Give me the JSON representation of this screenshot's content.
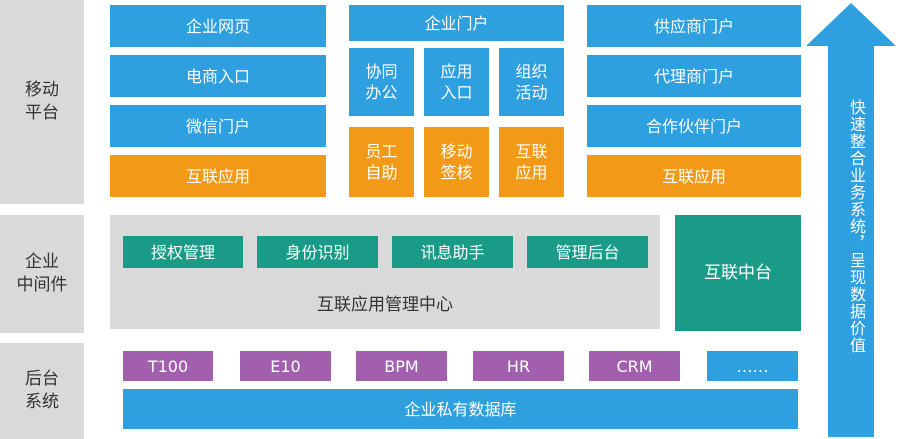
{
  "rows": {
    "mobile": "移动\n平台",
    "middleware": "企业\n中间件",
    "backend": "后台\n系统"
  },
  "mobile": {
    "left": [
      "企业网页",
      "电商入口",
      "微信门户",
      "互联应用"
    ],
    "portal": {
      "title": "企业门户",
      "blue": [
        "协同\n办公",
        "应用\n入口",
        "组织\n活动"
      ],
      "orange": [
        "员工\n自助",
        "移动\n签核",
        "互联\n应用"
      ]
    },
    "right": [
      "供应商门户",
      "代理商门户",
      "合作伙伴门户",
      "互联应用"
    ]
  },
  "middleware": {
    "modules": [
      "授权管理",
      "身份识别",
      "讯息助手",
      "管理后台"
    ],
    "center": "互联应用管理中心",
    "hub": "互联中台"
  },
  "backend": {
    "systems": [
      "T100",
      "E10",
      "BPM",
      "HR",
      "CRM",
      "……"
    ],
    "database": "企业私有数据库"
  },
  "arrow": {
    "text": "快速整合业务系统，呈现数据价值"
  },
  "colors": {
    "blue": "#2e9fdf",
    "orange": "#f29a18",
    "teal": "#1a9b88",
    "purple": "#a15fae",
    "gray": "#d9d9d9"
  }
}
